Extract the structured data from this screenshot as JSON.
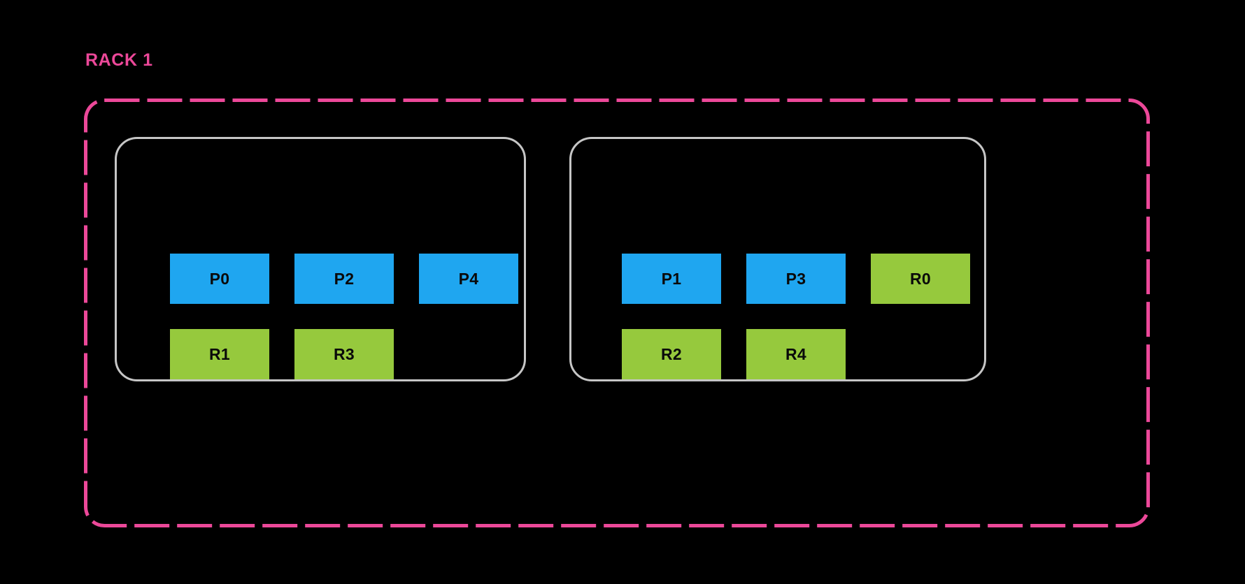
{
  "diagram": {
    "type": "rack-topology",
    "background_color": "#000000",
    "rack": {
      "label": "RACK 1",
      "label_color": "#ec4899",
      "border_style": "dashed",
      "border_color": "#ec4899"
    },
    "legend_colors": {
      "primary_shard": "#1fa6f0",
      "replica_shard": "#96c93d",
      "node_border": "#c6c6c6"
    },
    "nodes": [
      {
        "name": "node-0",
        "rows": [
          {
            "name": "primary-row",
            "shards": [
              {
                "label": "P0",
                "kind": "primary"
              },
              {
                "label": "P2",
                "kind": "primary"
              },
              {
                "label": "P4",
                "kind": "primary"
              }
            ]
          },
          {
            "name": "replica-row",
            "shards": [
              {
                "label": "R1",
                "kind": "replica"
              },
              {
                "label": "R3",
                "kind": "replica"
              }
            ]
          }
        ]
      },
      {
        "name": "node-1",
        "rows": [
          {
            "name": "primary-row",
            "shards": [
              {
                "label": "P1",
                "kind": "primary"
              },
              {
                "label": "P3",
                "kind": "primary"
              },
              {
                "label": "R0",
                "kind": "replica"
              }
            ]
          },
          {
            "name": "replica-row",
            "shards": [
              {
                "label": "R2",
                "kind": "replica"
              },
              {
                "label": "R4",
                "kind": "replica"
              }
            ]
          }
        ]
      }
    ]
  }
}
